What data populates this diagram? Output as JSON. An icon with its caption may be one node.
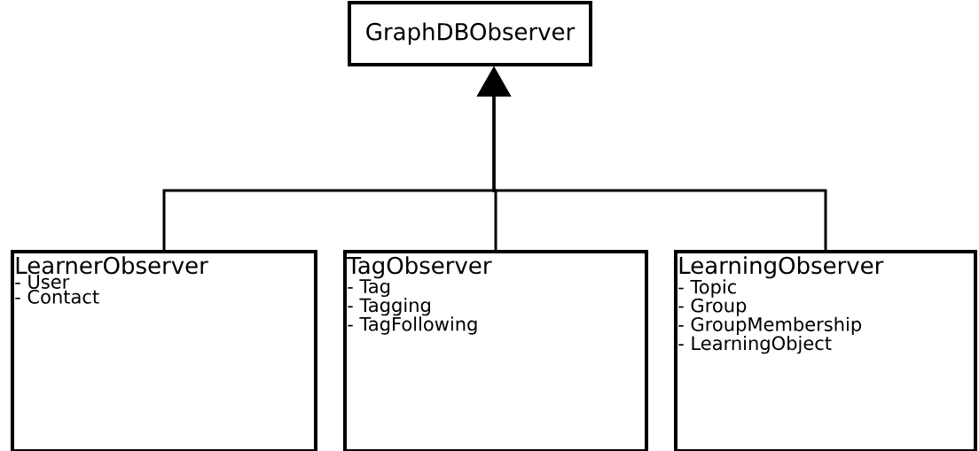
{
  "diagram": {
    "nodes": [
      {
        "text": [
          "GraphDBObserver"
        ]
      },
      {
        "text": [
          "LearnerObserver",
          "- User",
          "- Contact"
        ]
      },
      {
        "text": [
          "TagObserver",
          "- Tag",
          "- Tagging",
          "- TagFollowing"
        ]
      },
      {
        "text": [
          "LearningObserver",
          "- Topic",
          "- Group",
          "- GroupMembership",
          "- LearningObject"
        ]
      }
    ],
    "edges": [
      {
        "from": 1,
        "to": 0,
        "arrow": "to"
      },
      {
        "from": 2,
        "to": 0,
        "arrow": "to"
      },
      {
        "from": 3,
        "to": 0,
        "arrow": "to"
      }
    ]
  }
}
